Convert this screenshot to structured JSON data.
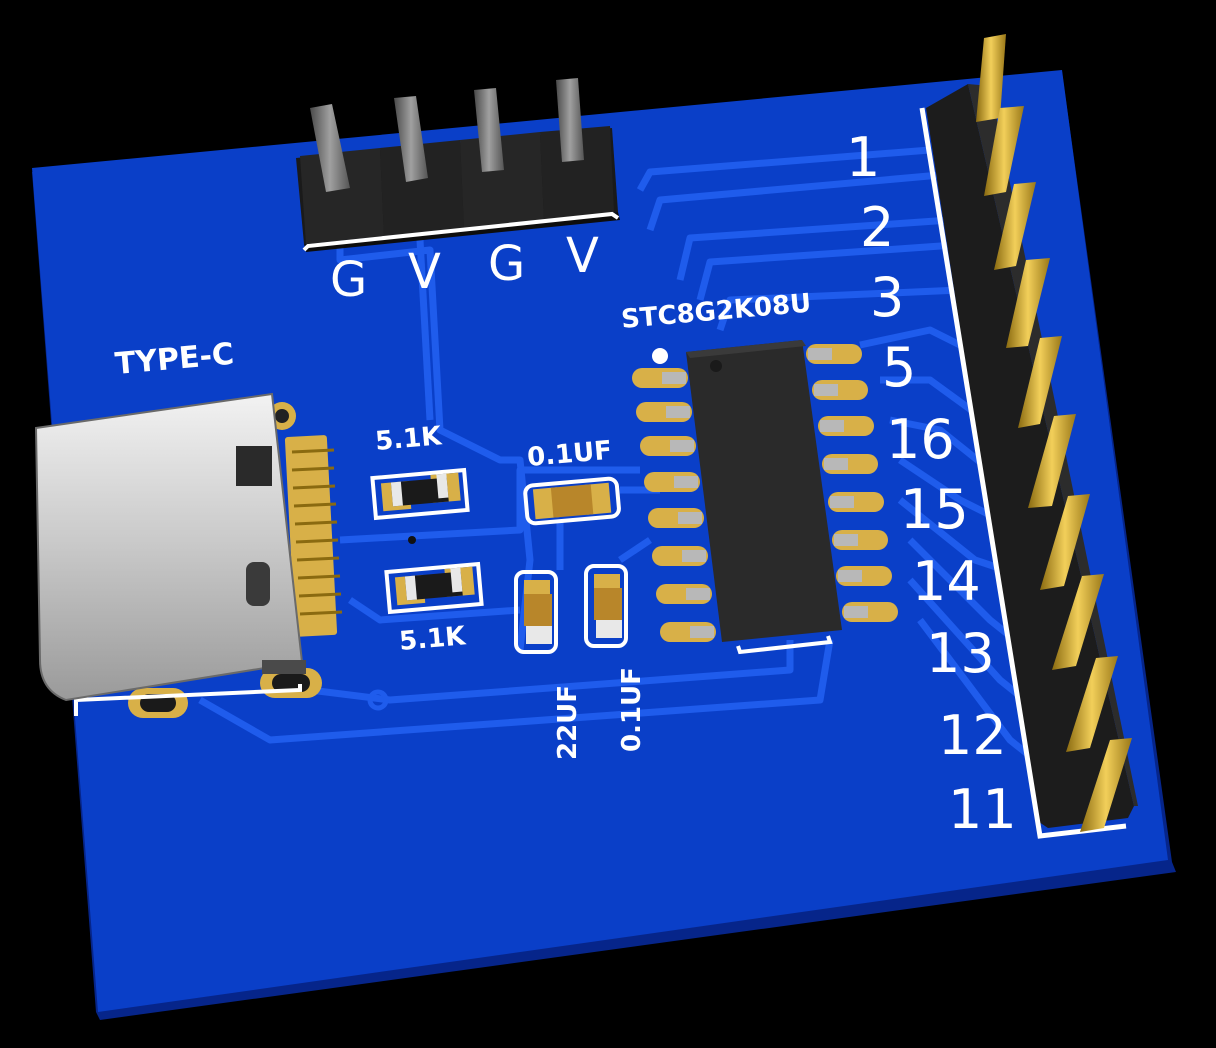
{
  "board": {
    "usb_label": "TYPE-C",
    "chip_label": "STC8G2K08U",
    "resistor_top_label": "5.1K",
    "resistor_bottom_label": "5.1K",
    "cap_top_label": "0.1UF",
    "cap_left_label": "22UF",
    "cap_right_label": "0.1UF",
    "power_header_labels": [
      "G",
      "V",
      "G",
      "V"
    ],
    "pin_labels": [
      "1",
      "2",
      "3",
      "5",
      "16",
      "15",
      "14",
      "13",
      "12",
      "11"
    ],
    "colors": {
      "pcb": "#0a3fc8",
      "trace": "#1e5ae6",
      "gold": "#d8b048",
      "silkscreen": "#ffffff"
    }
  }
}
